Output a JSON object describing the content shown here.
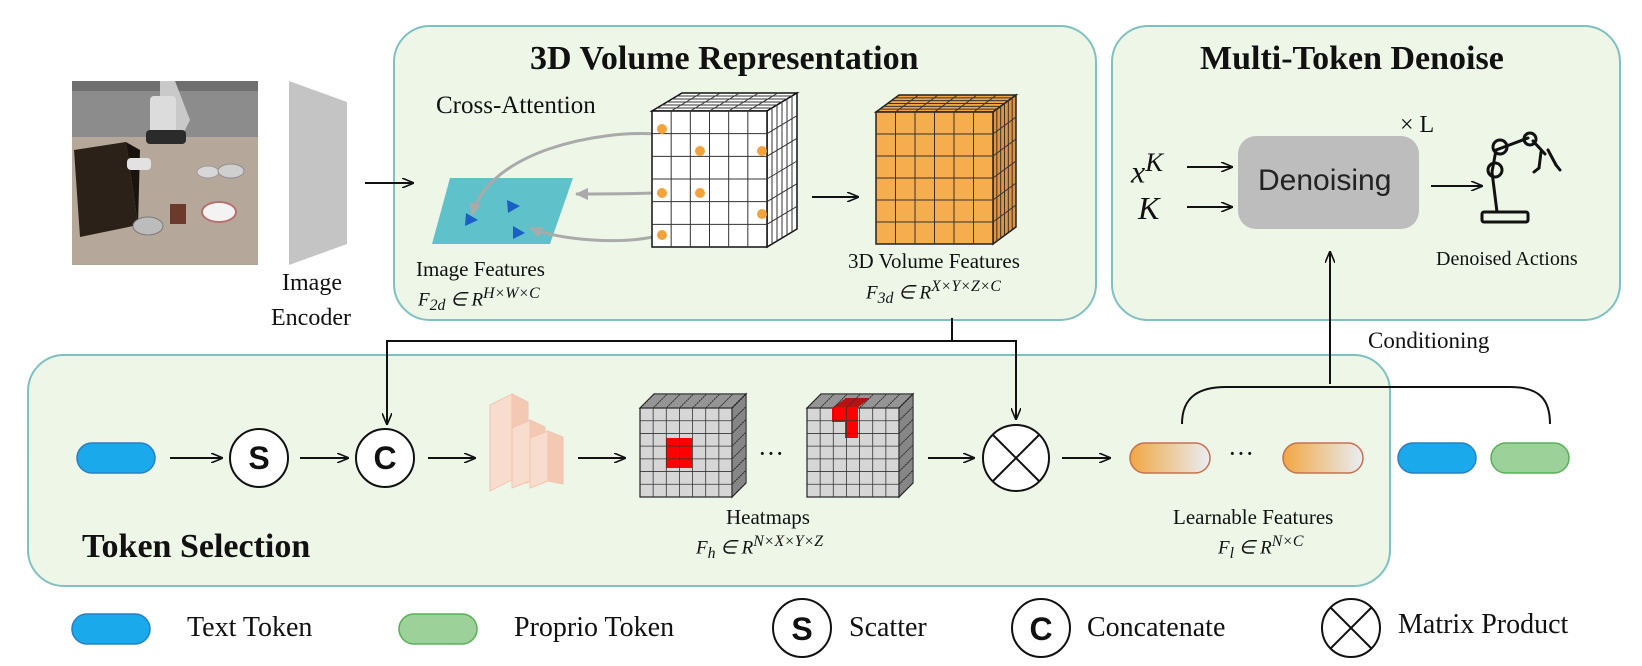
{
  "panels": {
    "volume": {
      "title": "3D Volume Representation"
    },
    "denoise": {
      "title": "Multi-Token Denoise"
    },
    "token_selection": {
      "title": "Token Selection"
    }
  },
  "labels": {
    "cross_attention": "Cross-Attention",
    "image_encoder_line1": "Image",
    "image_encoder_line2": "Encoder",
    "image_features": "Image Features",
    "image_features_formula": "F_2d ∈ R^(H×W×C)",
    "volume_features": "3D Volume Features",
    "volume_features_formula": "F_3d ∈ R^(X×Y×Z×C)",
    "denoising": "Denoising",
    "denoise_repeat": "× L",
    "input_xk": "x^K",
    "input_k": "K",
    "denoised_actions": "Denoised Actions",
    "conditioning": "Conditioning",
    "heatmaps": "Heatmaps",
    "heatmaps_formula": "F_h ∈ R^(N×X×Y×Z)",
    "learnable_features": "Learnable Features",
    "learnable_formula": "F_l ∈ R^(N×C)",
    "ellipsis": "···",
    "scatter_symbol": "S",
    "concat_symbol": "C"
  },
  "legend": [
    {
      "symbol": "text-token",
      "label": "Text Token"
    },
    {
      "symbol": "proprio-token",
      "label": "Proprio Token"
    },
    {
      "symbol": "scatter",
      "label": "Scatter"
    },
    {
      "symbol": "concatenate",
      "label": "Concatenate"
    },
    {
      "symbol": "matrix-product",
      "label": "Matrix Product"
    }
  ],
  "colors": {
    "panel_fill": "#eef6e8",
    "panel_border": "#7fc1c0",
    "text_token": "#1aa9ea",
    "proprio_token": "#9cd19a",
    "volume_orange": "#f4ab4a",
    "heat_red": "#ff0000",
    "denoise_box": "#bdbdbd",
    "image_plane": "#5fc1c9"
  }
}
